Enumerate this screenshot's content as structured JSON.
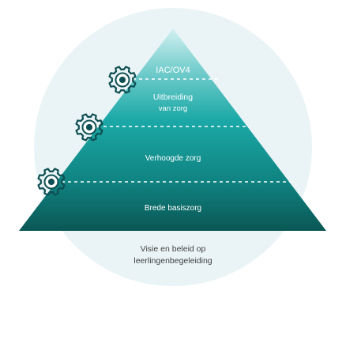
{
  "diagram": {
    "levels": {
      "top": "IAC/OV4",
      "uitbreiding_line1": "Uitbreiding",
      "uitbreiding_line2": "van zorg",
      "verhoogde": "Verhoogde zorg",
      "brede": "Brede basiszorg"
    },
    "caption": {
      "line1": "Visie en beleid op",
      "line2": "leerlingenbegeleiding"
    },
    "icons": [
      "gear-icon",
      "gear-icon",
      "gear-icon"
    ],
    "colors": {
      "circle": "#eaf4f6",
      "pyramid_top": "#c9ecef",
      "pyramid_mid": "#15a3a3",
      "pyramid_bottom": "#0b5c5a",
      "gear": "#0f4f53",
      "dash": "#ffffff",
      "caption": "#3f3f3f"
    }
  }
}
